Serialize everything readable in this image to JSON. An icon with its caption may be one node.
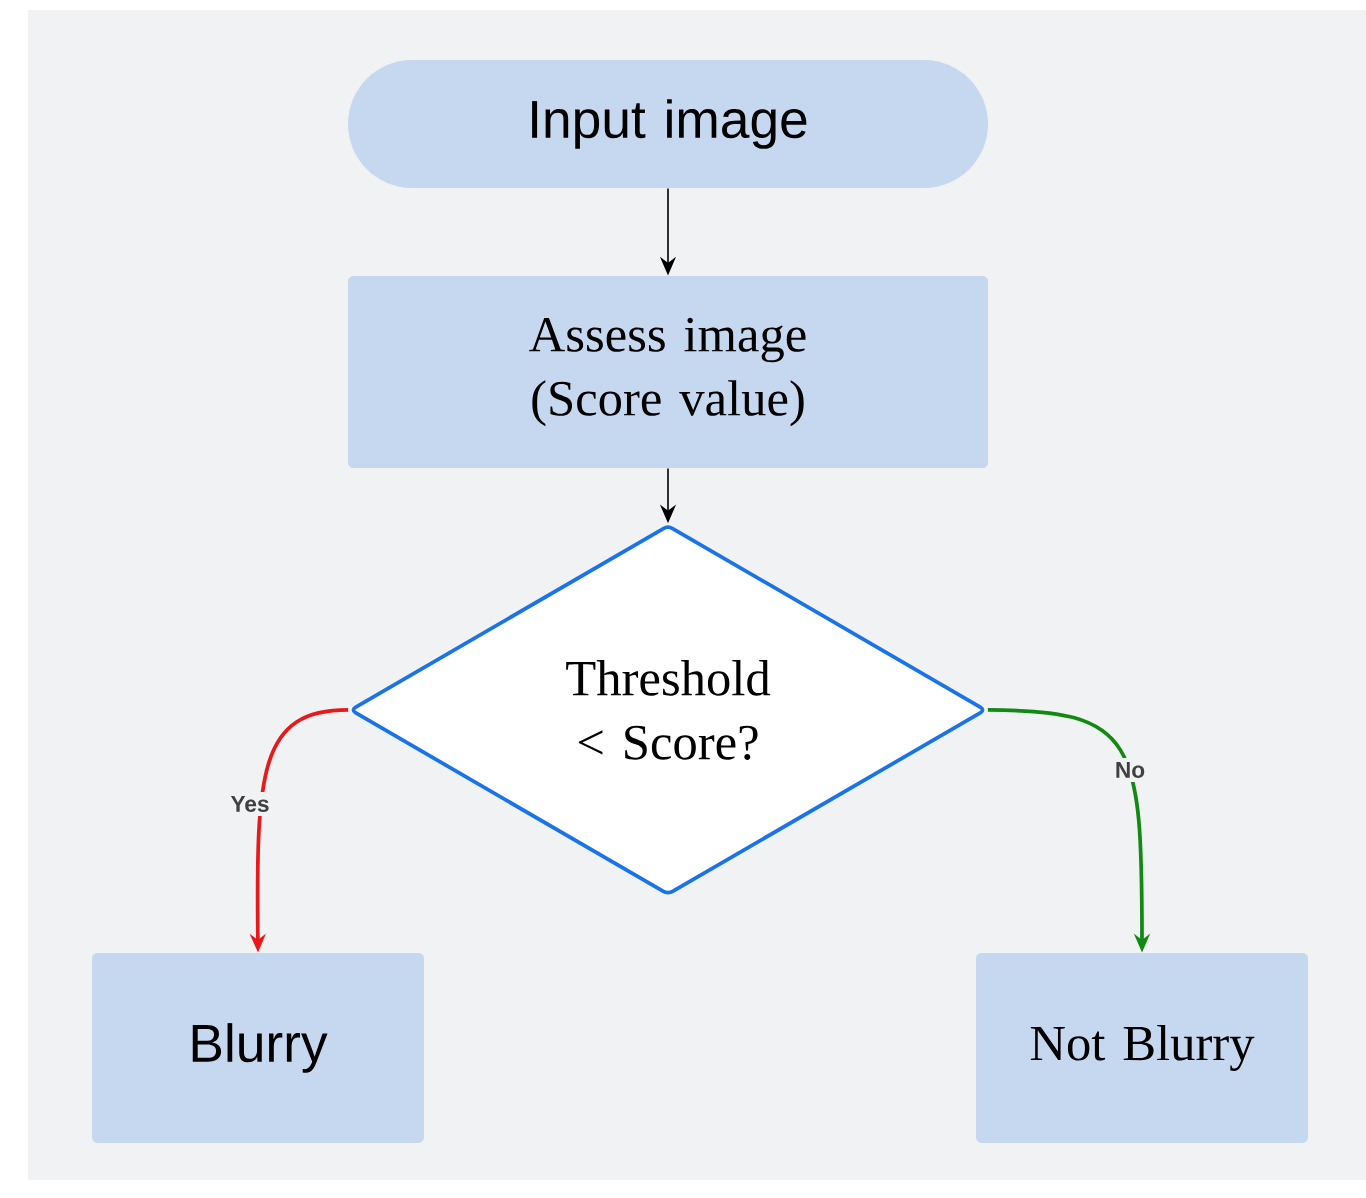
{
  "diagram": {
    "nodes": [
      {
        "text": [
          "Input image"
        ]
      },
      {
        "text": [
          "Assess image (Score value)"
        ]
      },
      {
        "text": [
          "Threshold < Score?"
        ]
      },
      {
        "text": [
          "Blurry"
        ]
      },
      {
        "text": [
          "Not Blurry"
        ]
      }
    ],
    "edges": [
      {
        "from": 0,
        "to": 1,
        "arrow": "to"
      },
      {
        "from": 1,
        "to": 2,
        "arrow": "to"
      },
      {
        "from": 2,
        "to": 3,
        "arrow": "to",
        "label": "Yes",
        "color": "#e8191a"
      },
      {
        "from": 2,
        "to": 4,
        "arrow": "to",
        "label": "No",
        "color": "#128a12"
      }
    ]
  }
}
